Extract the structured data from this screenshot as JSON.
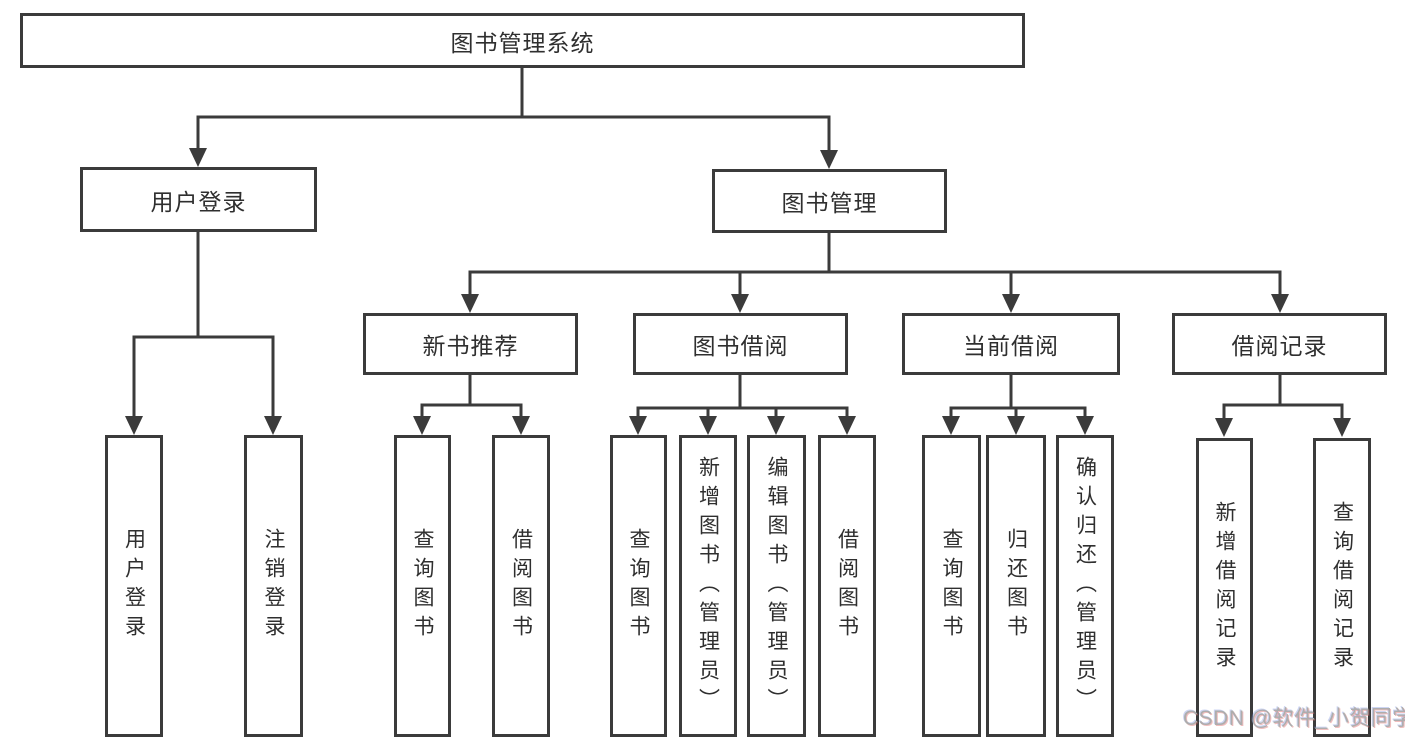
{
  "colors": {
    "line": "#3b3b3b",
    "box_border": "#3b3b3b",
    "text": "#2f2f2f",
    "watermark": "#adadad"
  },
  "tree": {
    "root": "图书管理系统",
    "branches": [
      {
        "label": "用户登录",
        "children": [
          "用户登录",
          "注销登录"
        ]
      },
      {
        "label": "图书管理",
        "groups": [
          {
            "label": "新书推荐",
            "children": [
              "查询图书",
              "借阅图书"
            ]
          },
          {
            "label": "图书借阅",
            "children": [
              "查询图书",
              "新增图书（管理员）",
              "编辑图书（管理员）",
              "借阅图书"
            ]
          },
          {
            "label": "当前借阅",
            "children": [
              "查询图书",
              "归还图书",
              "确认归还（管理员）"
            ]
          },
          {
            "label": "借阅记录",
            "children": [
              "新增借阅记录",
              "查询借阅记录"
            ]
          }
        ]
      }
    ]
  },
  "watermark": {
    "text": "CSDN @软件_小贺同学"
  }
}
